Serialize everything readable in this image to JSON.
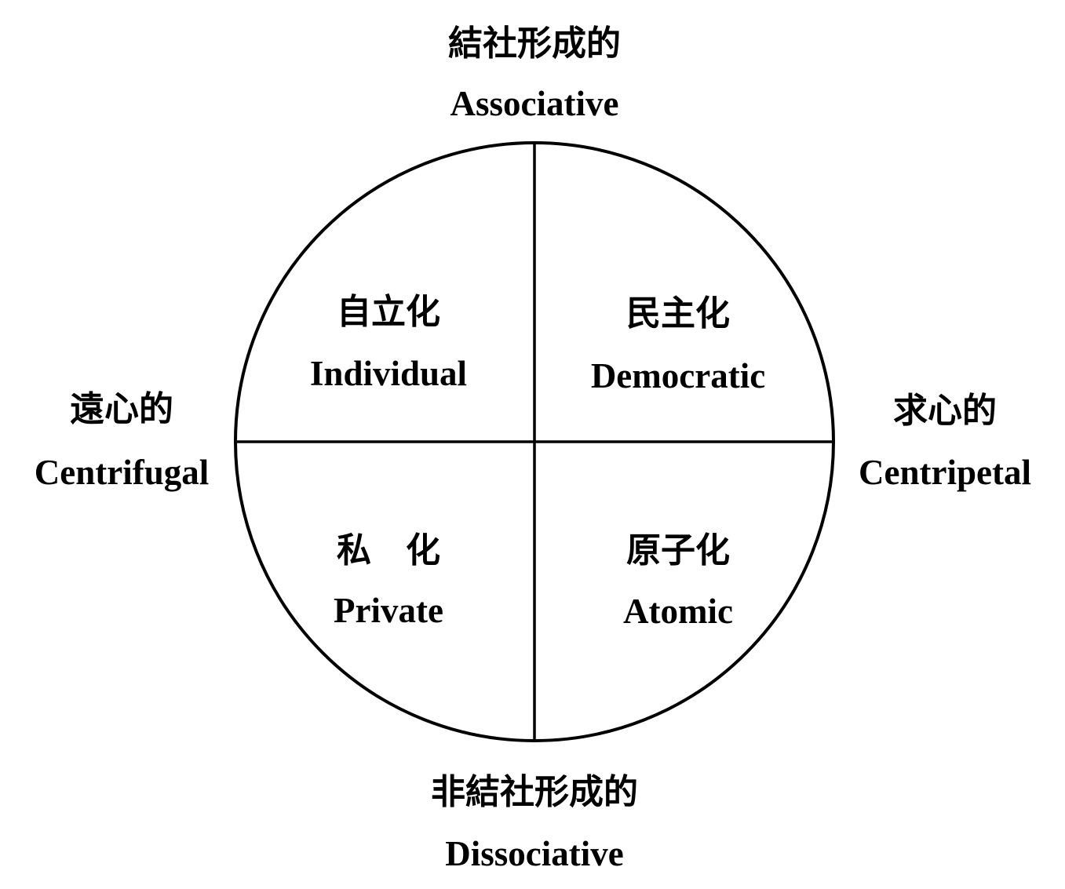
{
  "axes": {
    "top": {
      "jp": "結社形成的",
      "en": "Associative"
    },
    "bottom": {
      "jp": "非結社形成的",
      "en": "Dissociative"
    },
    "left": {
      "jp": "遠心的",
      "en": "Centrifugal"
    },
    "right": {
      "jp": "求心的",
      "en": "Centripetal"
    }
  },
  "quadrants": {
    "top_left": {
      "jp": "自立化",
      "en": "Individual"
    },
    "top_right": {
      "jp": "民主化",
      "en": "Democratic"
    },
    "bottom_left": {
      "jp": "私　化",
      "en": "Private"
    },
    "bottom_right": {
      "jp": "原子化",
      "en": "Atomic"
    }
  },
  "colors": {
    "stroke": "#000000",
    "background": "#ffffff"
  }
}
